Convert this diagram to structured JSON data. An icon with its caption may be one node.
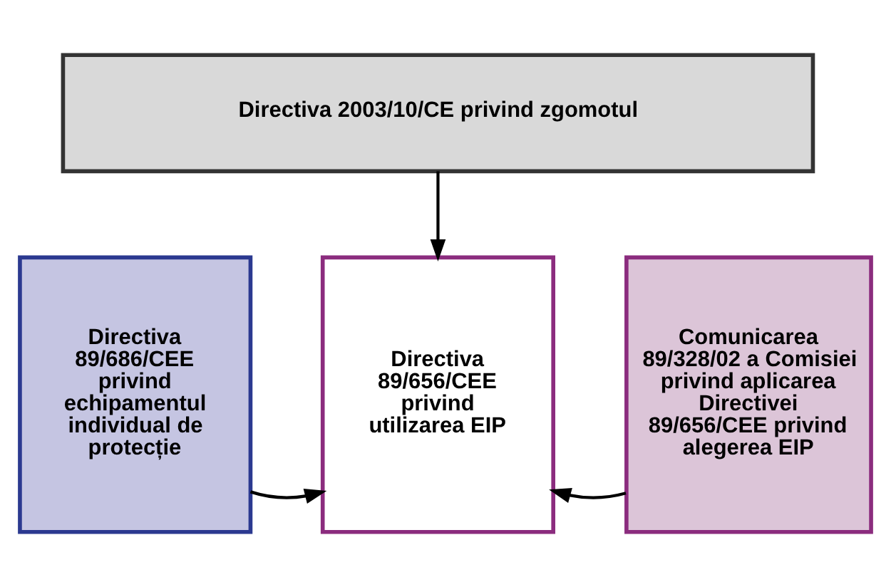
{
  "diagram": {
    "nodes": [
      {
        "text": [
          "Directiva 2003/10/CE privind zgomotul"
        ]
      },
      {
        "text": [
          "Directiva 89/686/CEE privind echipamentul individual de protecție"
        ]
      },
      {
        "text": [
          "Directiva 89/656/CEE privind utilizarea EIP"
        ]
      },
      {
        "text": [
          "Comunicarea 89/328/02 a Comisiei privind aplicarea Directivei 89/656/CEE privind alegerea EIP"
        ]
      }
    ],
    "edges": [
      {
        "from": 0,
        "to": 2,
        "arrow": "to"
      },
      {
        "from": 1,
        "to": 2,
        "arrow": "to"
      },
      {
        "from": 3,
        "to": 2,
        "arrow": "to"
      }
    ]
  }
}
